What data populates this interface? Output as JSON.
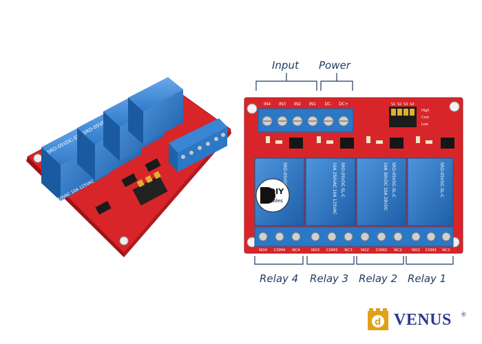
{
  "callouts": {
    "input": "Input",
    "power": "Power",
    "relay4": "Relay 4",
    "relay3": "Relay 3",
    "relay2": "Relay 2",
    "relay1": "Relay 1"
  },
  "board": {
    "input_pins": [
      "IN4",
      "IN3",
      "IN2",
      "IN1"
    ],
    "power_pins": [
      "DC-",
      "DC+"
    ],
    "output_pins": [
      "NO4",
      "COM4",
      "NC4",
      "NO3",
      "COM3",
      "NC3",
      "NO2",
      "COM2",
      "NC2",
      "NO1",
      "COM1",
      "NC1"
    ],
    "relay_marking_line1": "SRD-05VDC-SL-C",
    "relay_marking_line2": "10A 250VAC 10A 125VAC",
    "relay_marking_line3": "10A 30VDC 10A 28VDC",
    "jumper_labels": [
      "S1",
      "S2",
      "S3",
      "S4"
    ],
    "level_labels": [
      "High",
      "Com",
      "Low"
    ],
    "diy_logo": "DIY",
    "diy_logo_sub": "ables"
  },
  "brand": {
    "name": "VENUS",
    "reg": "®"
  },
  "colors": {
    "pcb_red": "#d8252a",
    "relay_blue": "#1f6fc0",
    "terminal_blue": "#2a78c6",
    "callout_text": "#1f3a5f",
    "brand_blue": "#2b3b8f",
    "brand_gold": "#e0a21a"
  }
}
